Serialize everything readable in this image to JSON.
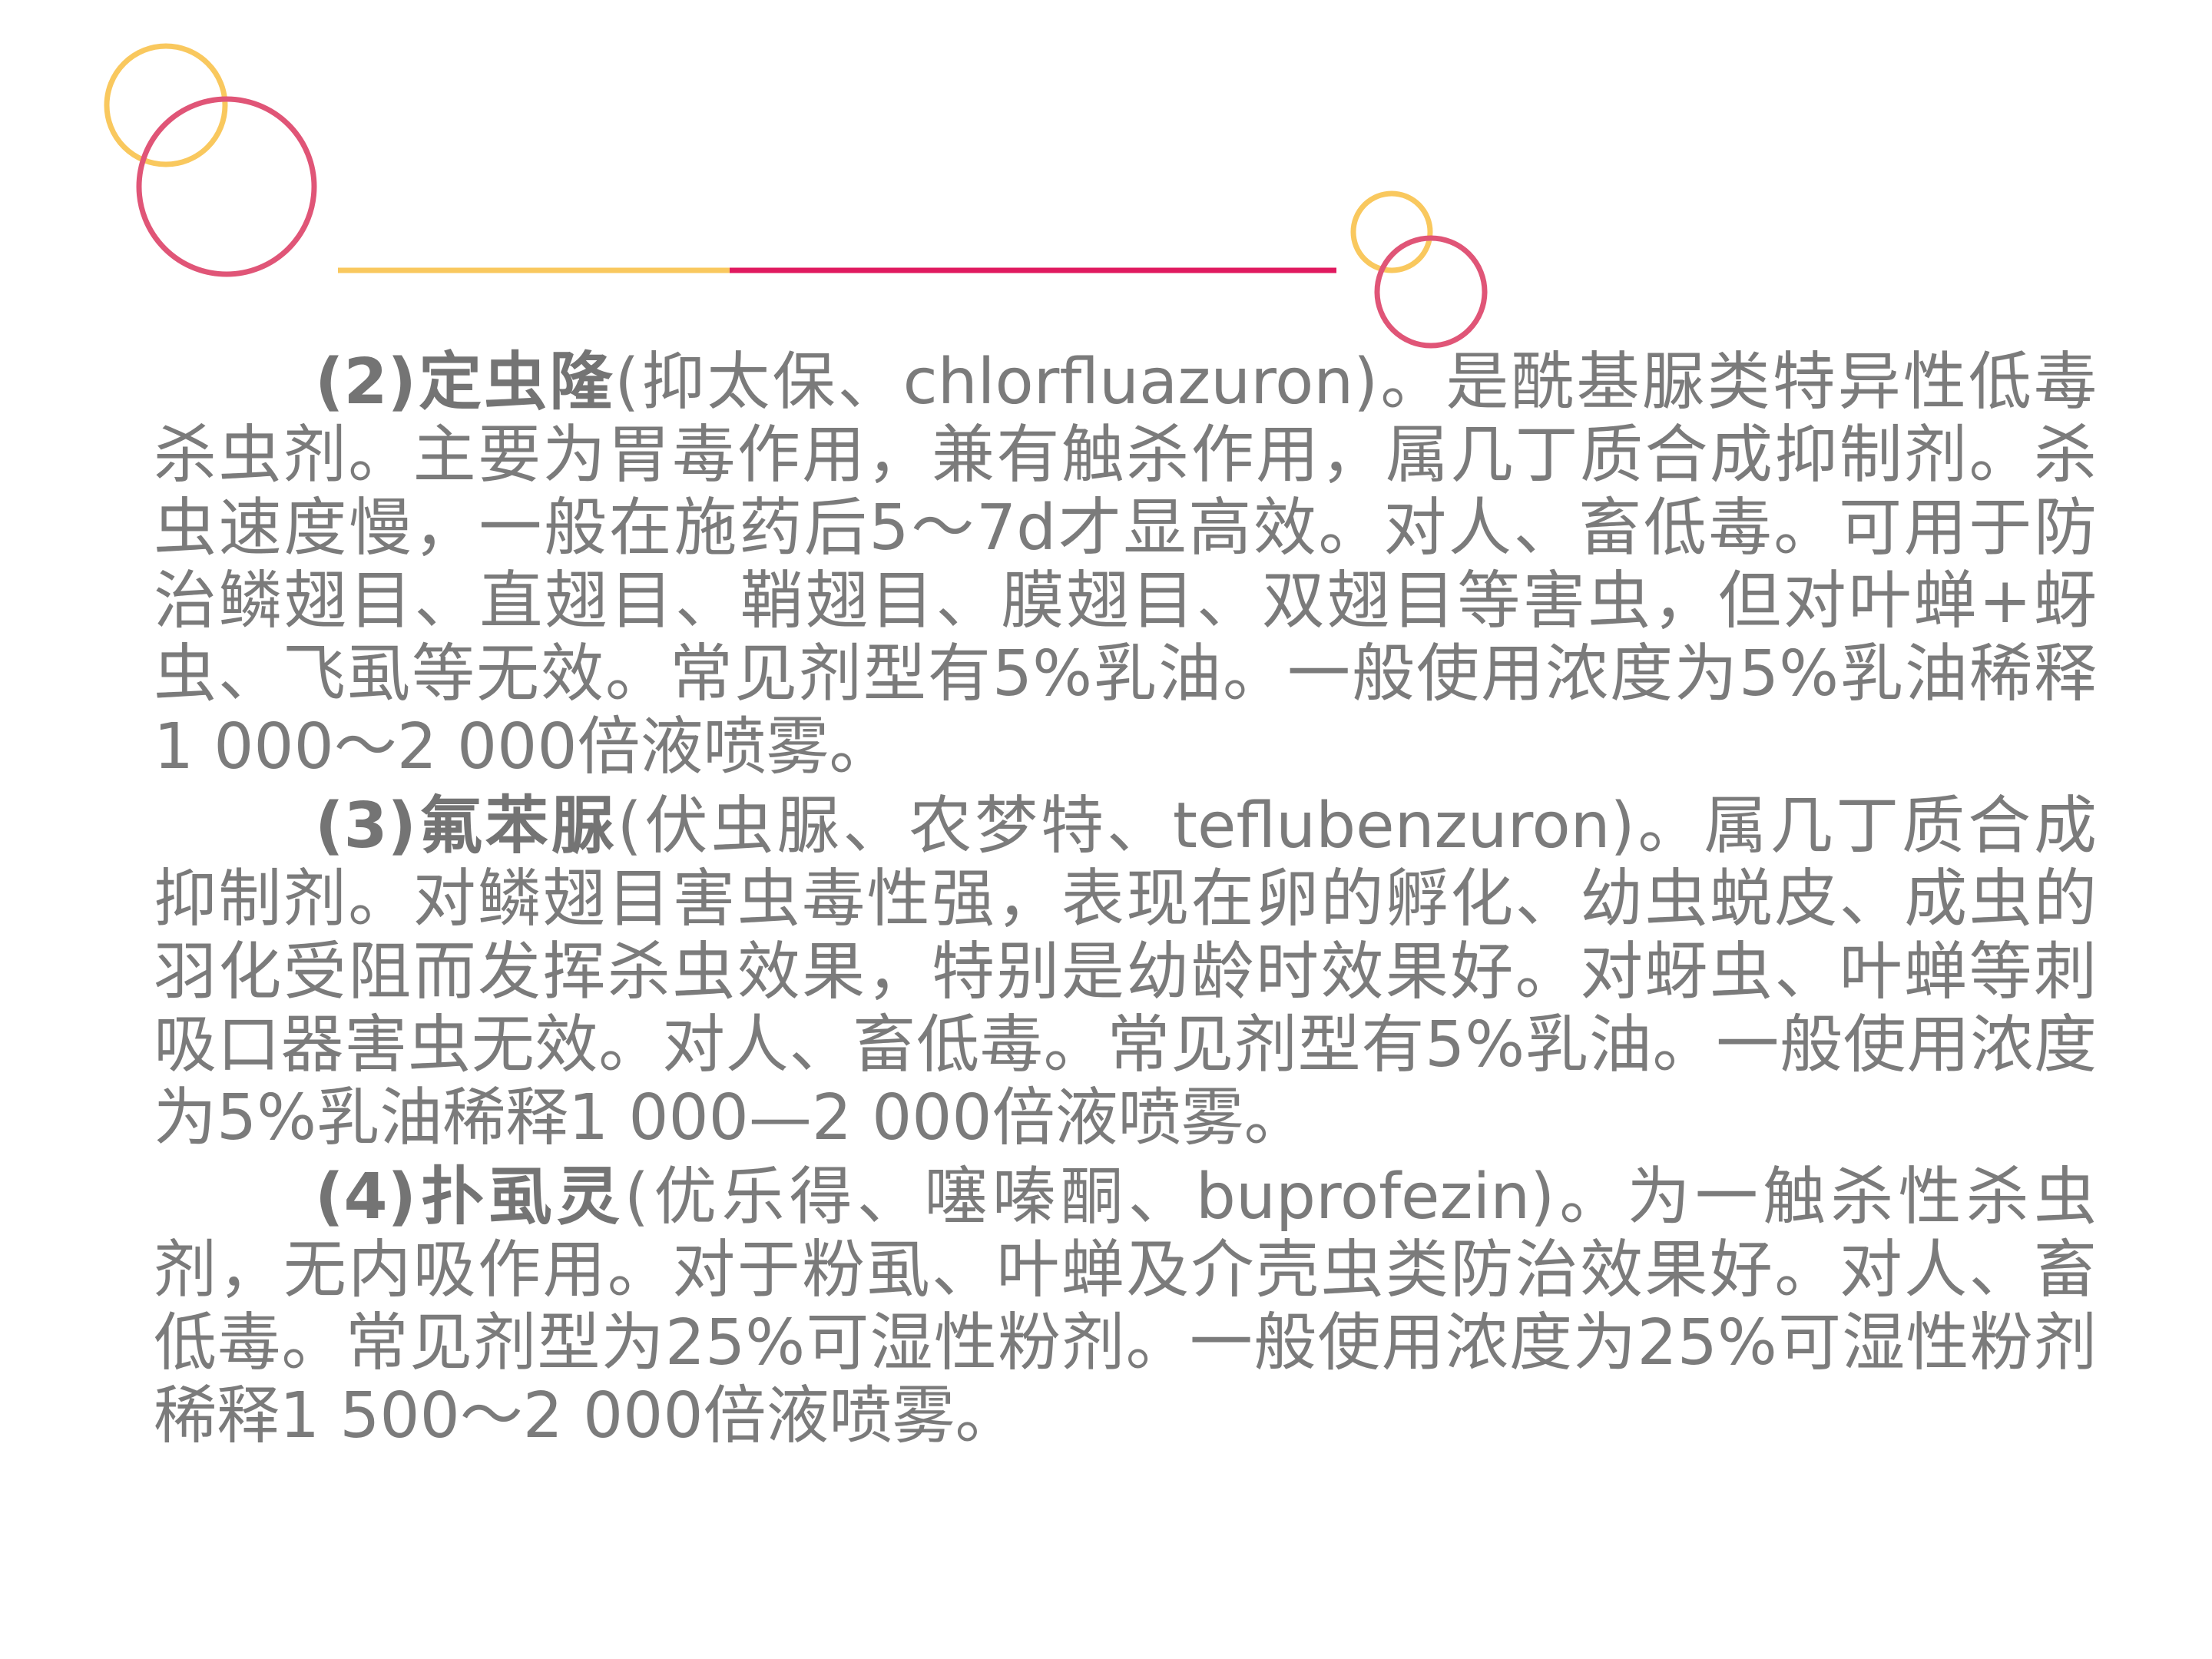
{
  "decoration": {
    "colors": {
      "gold": "#f9c85e",
      "pink": "#e05577",
      "magenta": "#e0195f"
    }
  },
  "paragraphs": [
    {
      "number": "(2)",
      "term": "定虫隆",
      "body": "(抑太保、chlorfluazuron)。是酰基脲类特异性低毒杀虫剂。主要为胃毒作用，兼有触杀作用，属几丁质合成抑制剂。杀虫速度慢，一般在施药后5～7d才显高效。对人、畜低毒。可用于防治鳞翅目、直翅目、鞘翅目、膜翅目、双翅目等害虫，但对叶蝉+蚜虫、飞虱等无效。常见剂型有5%乳油。一般使用浓度为5%乳油稀释 1 000～2 000倍液喷雾。"
    },
    {
      "number": "(3)",
      "term": "氟苯脲",
      "body": "(伏虫脲、农梦特、teflubenzuron)。属几丁质合成抑制剂。对鳞翅目害虫毒性强，表现在卵的孵化、幼虫蜕皮、成虫的羽化受阻而发挥杀虫效果，特别是幼龄时效果好。对蚜虫、叶蝉等刺吸口器害虫无效。对人、畜低毒。常见剂型有5%乳油。一般使用浓度为5%乳油稀释1 000—2 000倍液喷雾。"
    },
    {
      "number": "(4)",
      "term": "扑虱灵",
      "body": "(优乐得、噻嗪酮、buprofezin)。为一触杀性杀虫剂，无内吸作用。对于粉虱、叶蝉及介壳虫类防治效果好。对人、畜低毒。常见剂型为25%可湿性粉剂。一般使用浓度为25%可湿性粉剂稀释1 500～2 000倍液喷雾。"
    }
  ]
}
